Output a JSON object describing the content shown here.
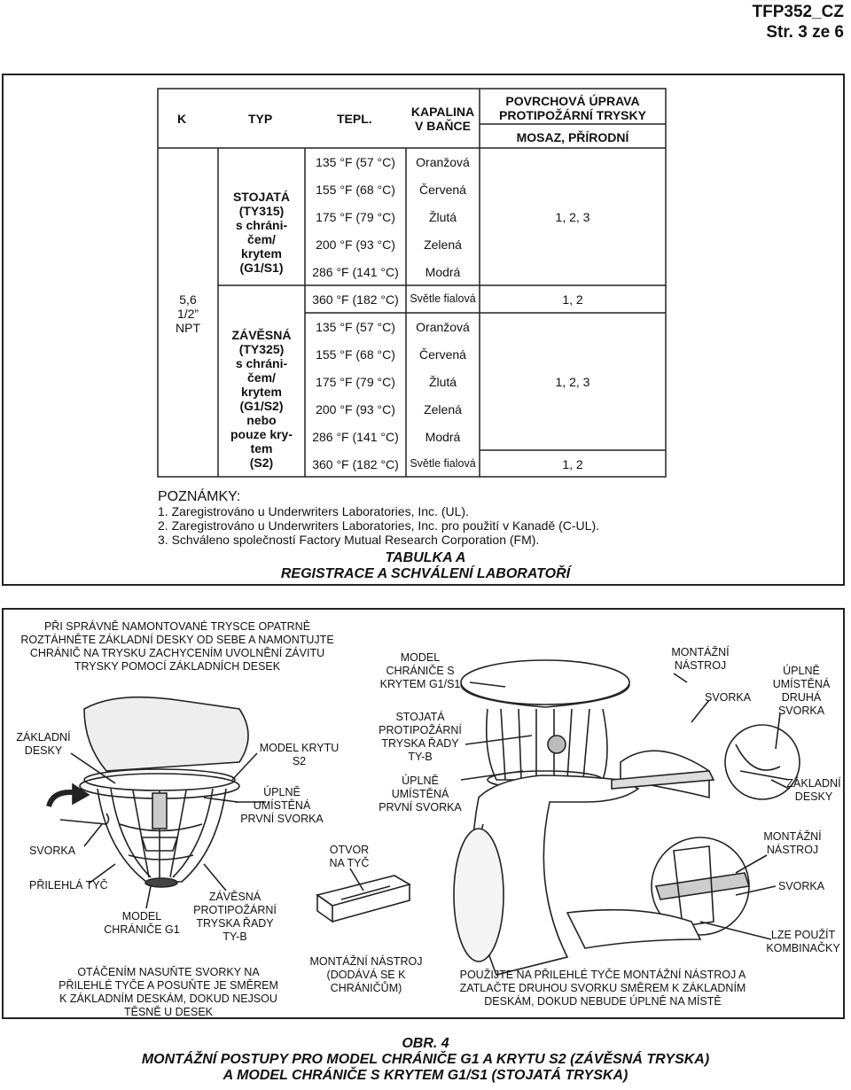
{
  "header": {
    "doc_id": "TFP352_CZ",
    "page": "Str. 3 ze 6"
  },
  "table": {
    "col_k": "K",
    "col_typ": "TYP",
    "col_tepl": "TEPL.",
    "col_kapalina": "KAPALINA\nV BAŇCE",
    "col_povrch": "POVRCHOVÁ ÚPRAVA\nPROTIPOŽÁRNÍ TRYSKY",
    "col_mosaz": "MOSAZ, PŘÍRODNÍ",
    "k_value": "5,6\n1/2”\nNPT",
    "typ_stojata": "STOJATÁ\n(TY315)\ns chráni-\nčem/\nkrytem\n(G1/S1)",
    "typ_zavesna": "ZÁVĚSNÁ\n(TY325)\ns chráni-\nčem/\nkrytem\n(G1/S2)\nnebo\npouze kry-\ntem\n(S2)",
    "rows_top": [
      {
        "temp": "135 °F (57 °C)",
        "color": "Oranžová"
      },
      {
        "temp": "155 °F (68 °C)",
        "color": "Červená"
      },
      {
        "temp": "175 °F (79 °C)",
        "color": "Žlutá"
      },
      {
        "temp": "200 °F (93 °C)",
        "color": "Zelená"
      },
      {
        "temp": "286 °F (141 °C)",
        "color": "Modrá"
      },
      {
        "temp": "360 °F (182 °C)",
        "color": "Světle fialová"
      }
    ],
    "rows_bottom": [
      {
        "temp": "135 °F (57 °C)",
        "color": "Oranžová"
      },
      {
        "temp": "155 °F (68 °C)",
        "color": "Červená"
      },
      {
        "temp": "175 °F (79 °C)",
        "color": "Žlutá"
      },
      {
        "temp": "200 °F (93 °C)",
        "color": "Zelená"
      },
      {
        "temp": "286 °F (141 °C)",
        "color": "Modrá"
      },
      {
        "temp": "360 °F (182 °C)",
        "color": "Světle fialová"
      }
    ],
    "approval_1": "1, 2, 3",
    "approval_2": "1, 2",
    "approval_3": "1, 2, 3",
    "approval_4": "1, 2"
  },
  "notes": {
    "title": "POZNÁMKY:",
    "items": [
      "1. Zaregistrováno u Underwriters Laboratories, Inc. (UL).",
      "2. Zaregistrováno u Underwriters Laboratories, Inc. pro použití v Kanadě (C-UL).",
      "3. Schváleno společností Factory Mutual Research Corporation (FM)."
    ]
  },
  "caption_a": {
    "line1": "TABULKA A",
    "line2": "REGISTRACE A SCHVÁLENÍ LABORATOŘÍ"
  },
  "figure": {
    "instr_top": "PŘI SPRÁVNĚ NAMONTOVANÉ TRYSCE OPATRNĚ\nROZTÁHNĚTE ZÁKLADNÍ DESKY OD SEBE A NAMONTUJTE\nCHRÁNIČ NA TRYSKU ZACHYCENÍM UVOLNĚNÍ ZÁVITU\nTRYSKY POMOCÍ ZÁKLADNÍCH DESEK",
    "zakladni_desky_left": "ZÁKLADNÍ\nDESKY",
    "svorka_left": "SVORKA",
    "prilehla_tyc": "PŘILEHLÁ TYČ",
    "model_chranice_g1": "MODEL\nCHRÁNIČE G1",
    "zavesna_tryska": "ZÁVĚSNÁ\nPROTIPOŽÁRNÍ\nTRYSKA ŘADY\nTY-B",
    "model_krytu_s2": "MODEL KRYTU\nS2",
    "uplne_prvni_left": "ÚPLNĚ\nUMÍSTĚNÁ\nPRVNÍ SVORKA",
    "otaceni": "OTÁČENÍM NASUŇTE SVORKY NA\nPŘILEHLÉ TYČE A POSUŇTE JE SMĚREM\nK ZÁKLADNÍM DESKÁM, DOKUD NEJSOU\nTĚSNĚ U DESEK",
    "otvor_na_tyc": "OTVOR\nNA TYČ",
    "montazni_nastroj_dodava": "MONTÁŽNÍ NÁSTROJ\n(DODÁVÁ SE K\nCHRÁNIČŮM)",
    "model_chranice_s_krytem": "MODEL\nCHRÁNIČE S\nKRYTEM G1/S1",
    "stojata_tryska": "STOJATÁ\nPROTIPOŽÁRNÍ\nTRYSKA ŘADY\nTY-B",
    "uplne_prvni_mid": "ÚPLNĚ\nUMÍSTĚNÁ\nPRVNÍ SVORKA",
    "montazni_nastroj_top": "MONTÁŽNÍ\nNÁSTROJ",
    "svorka_mid": "SVORKA",
    "uplne_druha": "ÚPLNĚ\nUMÍSTĚNÁ\nDRUHÁ\nSVORKA",
    "zakladni_desky_right": "ZÁKLADNÍ\nDESKY",
    "montazni_nastroj_right": "MONTÁŽNÍ\nNÁSTROJ",
    "svorka_right": "SVORKA",
    "lze_pouzit": "LZE POUŽÍT\nKOMBINAČKY",
    "instr_bottom": "POUŽIJTE NA PŘILEHLÉ TYČE MONTÁŽNÍ NÁSTROJ A\nZATLAČTE DRUHOU SVORKU SMĚREM K ZÁKLADNÍM\nDESKÁM, DOKUD NEBUDE ÚPLNĚ NA MÍSTĚ"
  },
  "caption_b": {
    "line1": "OBR. 4",
    "line2": "MONTÁŽNÍ POSTUPY PRO MODEL CHRÁNIČE G1 A KRYTU S2 (ZÁVĚSNÁ TRYSKA)",
    "line3": "A MODEL CHRÁNIČE S KRYTEM G1/S1 (STOJATÁ TRYSKA)"
  }
}
